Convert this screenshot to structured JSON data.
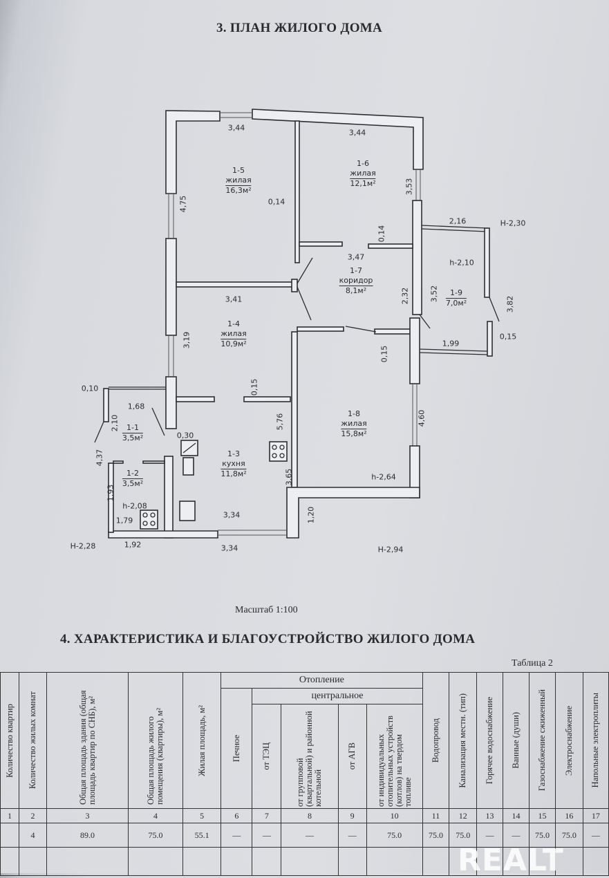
{
  "section3_title": "3. ПЛАН ЖИЛОГО ДОМА",
  "rooms": [
    {
      "id": "1-5",
      "type": "жилая",
      "area": "16,3м²"
    },
    {
      "id": "1-6",
      "type": "жилая",
      "area": "12,1м²"
    },
    {
      "id": "1-7",
      "type": "коридор",
      "area": "8,1м²"
    },
    {
      "id": "1-4",
      "type": "жилая",
      "area": "10,9м²"
    },
    {
      "id": "1-8",
      "type": "жилая",
      "area": "15,8м²"
    },
    {
      "id": "1-3",
      "type": "кухня",
      "area": "11,8м²"
    },
    {
      "id": "1-1",
      "type": "",
      "area": "3,5м²"
    },
    {
      "id": "1-2",
      "type": "",
      "area": "3,5м²"
    },
    {
      "id": "1-9",
      "type": "",
      "area": "7,0м²"
    }
  ],
  "dimensions": [
    "3,44",
    "3,44",
    "4,75",
    "0,14",
    "3,53",
    "0,14",
    "2,16",
    "Н-2,30",
    "3,47",
    "h-2,10",
    "3,41",
    "2,32",
    "3,52",
    "3,82",
    "3,19",
    "1,99",
    "0,15",
    "0,15",
    "0,10",
    "0,15",
    "1,68",
    "2,10",
    "5,76",
    "4,60",
    "0,30",
    "4,37",
    "3,65",
    "h-2,64",
    "1,93",
    "h-2,08",
    "1,79",
    "3,34",
    "1,20",
    "Н-2,28",
    "1,92",
    "3,34",
    "Н-2,94"
  ],
  "scale_label": "Масштаб 1:100",
  "section4_title": "4. ХАРАКТЕРИСТИКА И БЛАГОУСТРОЙСТВО ЖИЛОГО ДОМА",
  "table_caption": "Таблица 2",
  "table": {
    "group_heating": "Отопление",
    "group_central": "центральное",
    "columns": [
      "Количество квартир",
      "Количество жилых комнат",
      "Общая площадь здания (общая площадь квартир по СНБ), м²",
      "Общая площадь жилого помещения (квартиры), м²",
      "Жилая площадь, м²",
      "Печное",
      "от ТЭЦ",
      "от групповой (квартальной) и районной котельной",
      "от АГВ",
      "от индивидуальных отопительных устройств (котлов) на твердом топливе",
      "Водопровод",
      "Канализация местн. (тип)",
      "Горячее водоснабжение",
      "Ванные (души)",
      "Газоснабжение сжиженный",
      "Электроснабжение",
      "Напольные электроплиты"
    ],
    "numbers": [
      "1",
      "2",
      "3",
      "4",
      "5",
      "6",
      "7",
      "8",
      "9",
      "10",
      "11",
      "12",
      "13",
      "14",
      "15",
      "16",
      "17"
    ],
    "values": [
      "",
      "4",
      "89.0",
      "75.0",
      "55.1",
      "—",
      "—",
      "—",
      "—",
      "75.0",
      "75.0",
      "75.0",
      "—",
      "—",
      "75.0",
      "75.0",
      "—"
    ]
  },
  "watermark": "REALT"
}
